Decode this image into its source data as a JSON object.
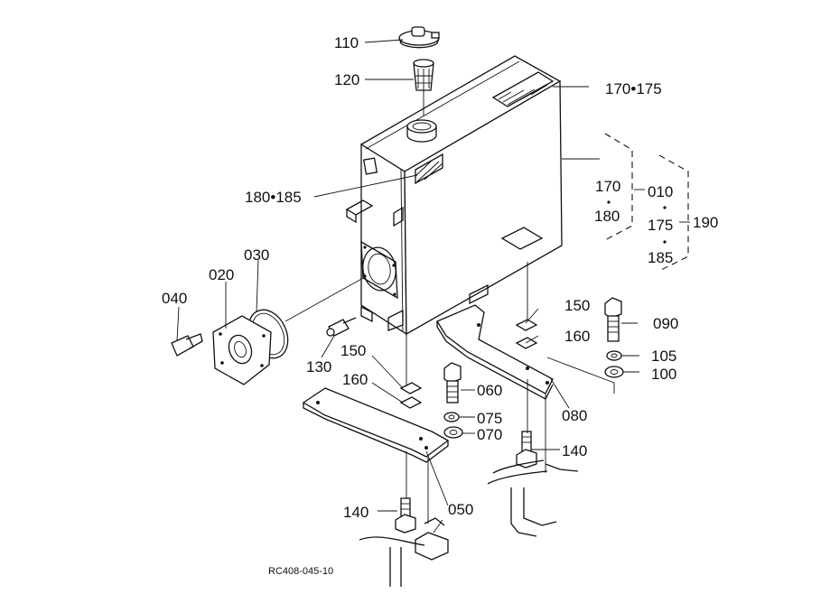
{
  "drawing_code": "RC408-045-10",
  "callouts": {
    "p110": "110",
    "p120": "120",
    "p170_175": "170•175",
    "p180_185": "180•185",
    "p170": "170",
    "p180": "180",
    "p010": "010",
    "p175": "175",
    "p185": "185",
    "p190": "190",
    "p030": "030",
    "p020": "020",
    "p040": "040",
    "p130": "130",
    "p150a": "150",
    "p160a": "160",
    "p150b": "150",
    "p160b": "160",
    "p090": "090",
    "p105": "105",
    "p100": "100",
    "p060": "060",
    "p075": "075",
    "p070": "070",
    "p080": "080",
    "p140a": "140",
    "p140b": "140",
    "p050": "050"
  }
}
